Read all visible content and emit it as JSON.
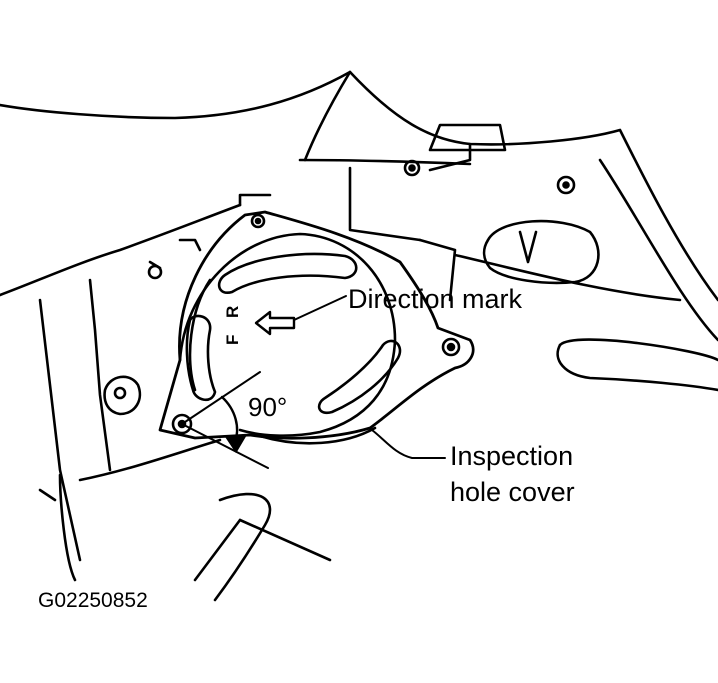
{
  "labels": {
    "direction_mark": "Direction mark",
    "inspection_line1": "Inspection",
    "inspection_line2": "hole cover",
    "rotation_angle": "90°",
    "figure_id": "G02250852",
    "cover_marking_f": "F",
    "cover_marking_r": "R"
  },
  "colors": {
    "ink": "#000000",
    "paper": "#ffffff"
  }
}
